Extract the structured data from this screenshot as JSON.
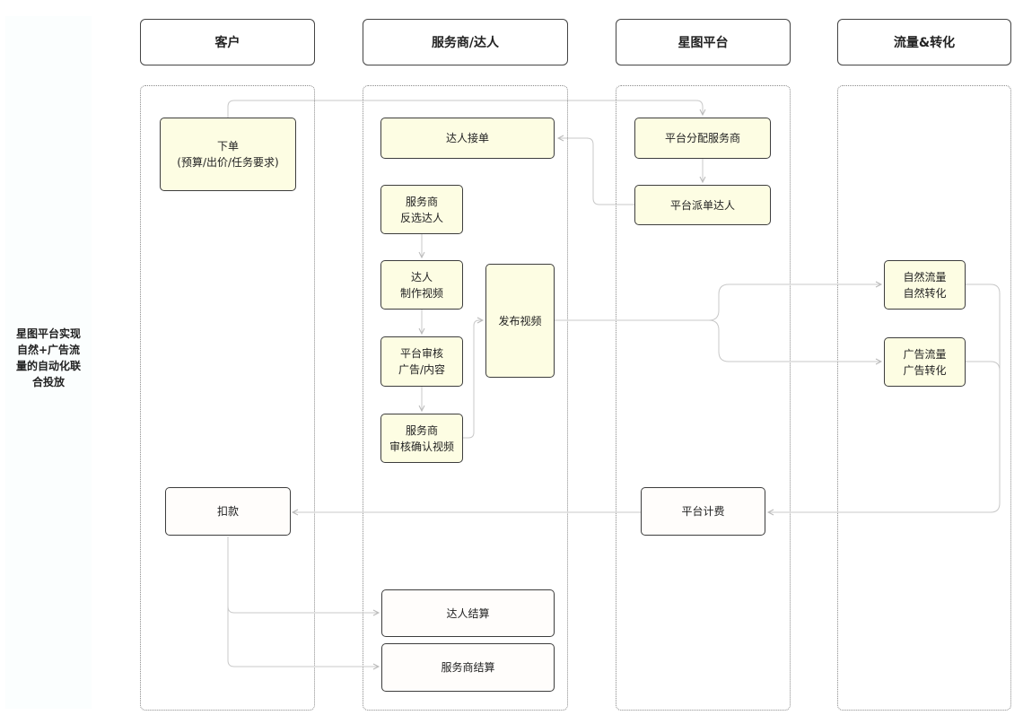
{
  "sidebar": {
    "label": "星图平台实现\n自然+广告流\n量的自动化联\n合投放"
  },
  "lanes": {
    "customer": "客户",
    "provider": "服务商/达人",
    "platform": "星图平台",
    "traffic": "流量&转化"
  },
  "nodes": {
    "place_order": "下单\n(预算/出价/任务要求)",
    "talent_accept": "达人接单",
    "provider_select": "服务商\n反选达人",
    "talent_produce": "达人\n制作视频",
    "platform_review": "平台审核\n广告/内容",
    "provider_confirm": "服务商\n审核确认视频",
    "publish_video": "发布视频",
    "assign_provider": "平台分配服务商",
    "dispatch_talent": "平台派单达人",
    "natural_traffic": "自然流量\n自然转化",
    "ad_traffic": "广告流量\n广告转化",
    "deduct": "扣款",
    "platform_billing": "平台计费",
    "talent_settle": "达人结算",
    "provider_settle": "服务商结算"
  },
  "colors": {
    "node_fill": "#fdfde3",
    "node_border": "#3d3d3d",
    "connector": "#c8c8c8",
    "lane_border": "#8a8a8a"
  }
}
